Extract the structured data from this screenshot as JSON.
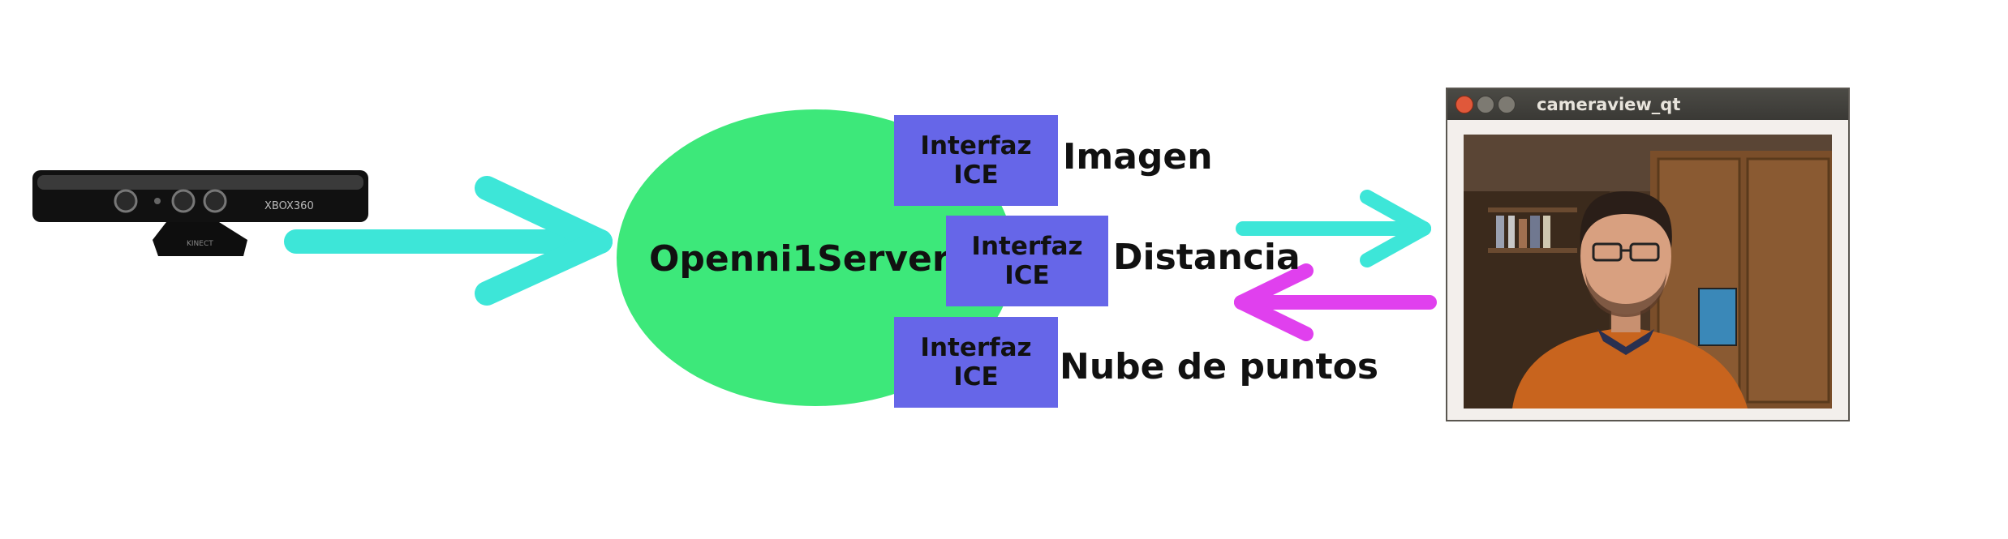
{
  "server": {
    "name": "Openni1Server"
  },
  "interfaces": [
    {
      "box_label_1": "Interfaz",
      "box_label_2": "ICE",
      "name": "Imagen"
    },
    {
      "box_label_1": "Interfaz",
      "box_label_2": "ICE",
      "name": "Distancia"
    },
    {
      "box_label_1": "Interfaz",
      "box_label_2": "ICE",
      "name": "Nube de puntos"
    }
  ],
  "sensor": {
    "brand_text": "XBOX360",
    "base_text": "KINECT"
  },
  "client_window": {
    "title": "cameraview_qt"
  },
  "colors": {
    "server": "#3de87a",
    "ice_box": "#6666e8",
    "arrow_in": "#3de6d8",
    "arrow_back": "#e040ee"
  }
}
